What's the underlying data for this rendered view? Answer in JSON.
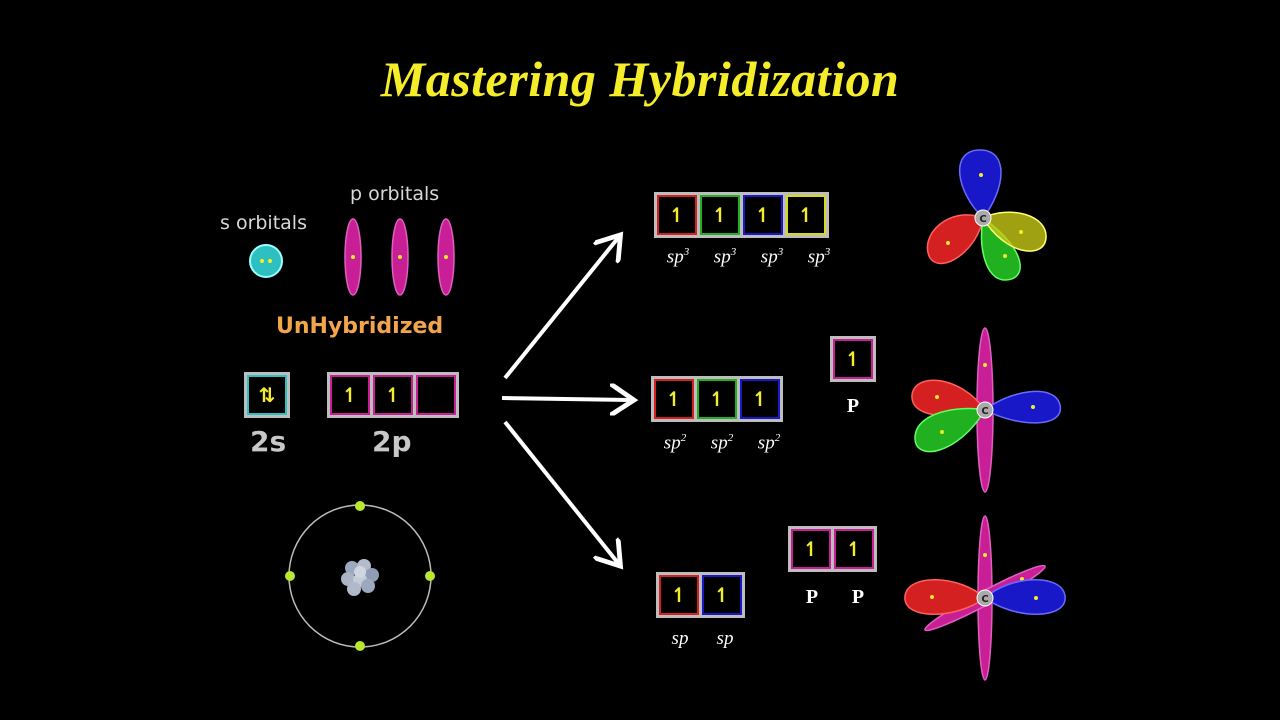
{
  "title": "Mastering Hybridization",
  "labels": {
    "s_orbitals": "s orbitals",
    "p_orbitals": "p orbitals",
    "unhybridized": "UnHybridized",
    "shell_2s": "2s",
    "shell_2p": "2p"
  },
  "config": {
    "s_box": "⇅",
    "p_boxes": [
      "↿",
      "↿",
      ""
    ]
  },
  "sp3": {
    "boxes": [
      "↿",
      "↿",
      "↿",
      "↿"
    ],
    "labels": [
      "sp",
      "sp",
      "sp",
      "sp"
    ],
    "superscript": "3"
  },
  "sp2": {
    "boxes": [
      "↿",
      "↿",
      "↿"
    ],
    "labels": [
      "sp",
      "sp",
      "sp"
    ],
    "superscript": "2",
    "p_box": "↿",
    "p_label": "P"
  },
  "sp": {
    "boxes": [
      "↿",
      "↿"
    ],
    "labels": [
      "sp",
      "sp"
    ],
    "p_boxes": [
      "↿",
      "↿"
    ],
    "p_labels": [
      "P",
      "P"
    ]
  },
  "center_atom": "C",
  "colors": {
    "title": "#f5ec2a",
    "red": "#d42020",
    "green": "#20b020",
    "blue": "#1818c8",
    "yellow": "#d8d820",
    "magenta": "#c81e96",
    "cyan": "#2ec0c0",
    "orange": "#f2a54a"
  }
}
